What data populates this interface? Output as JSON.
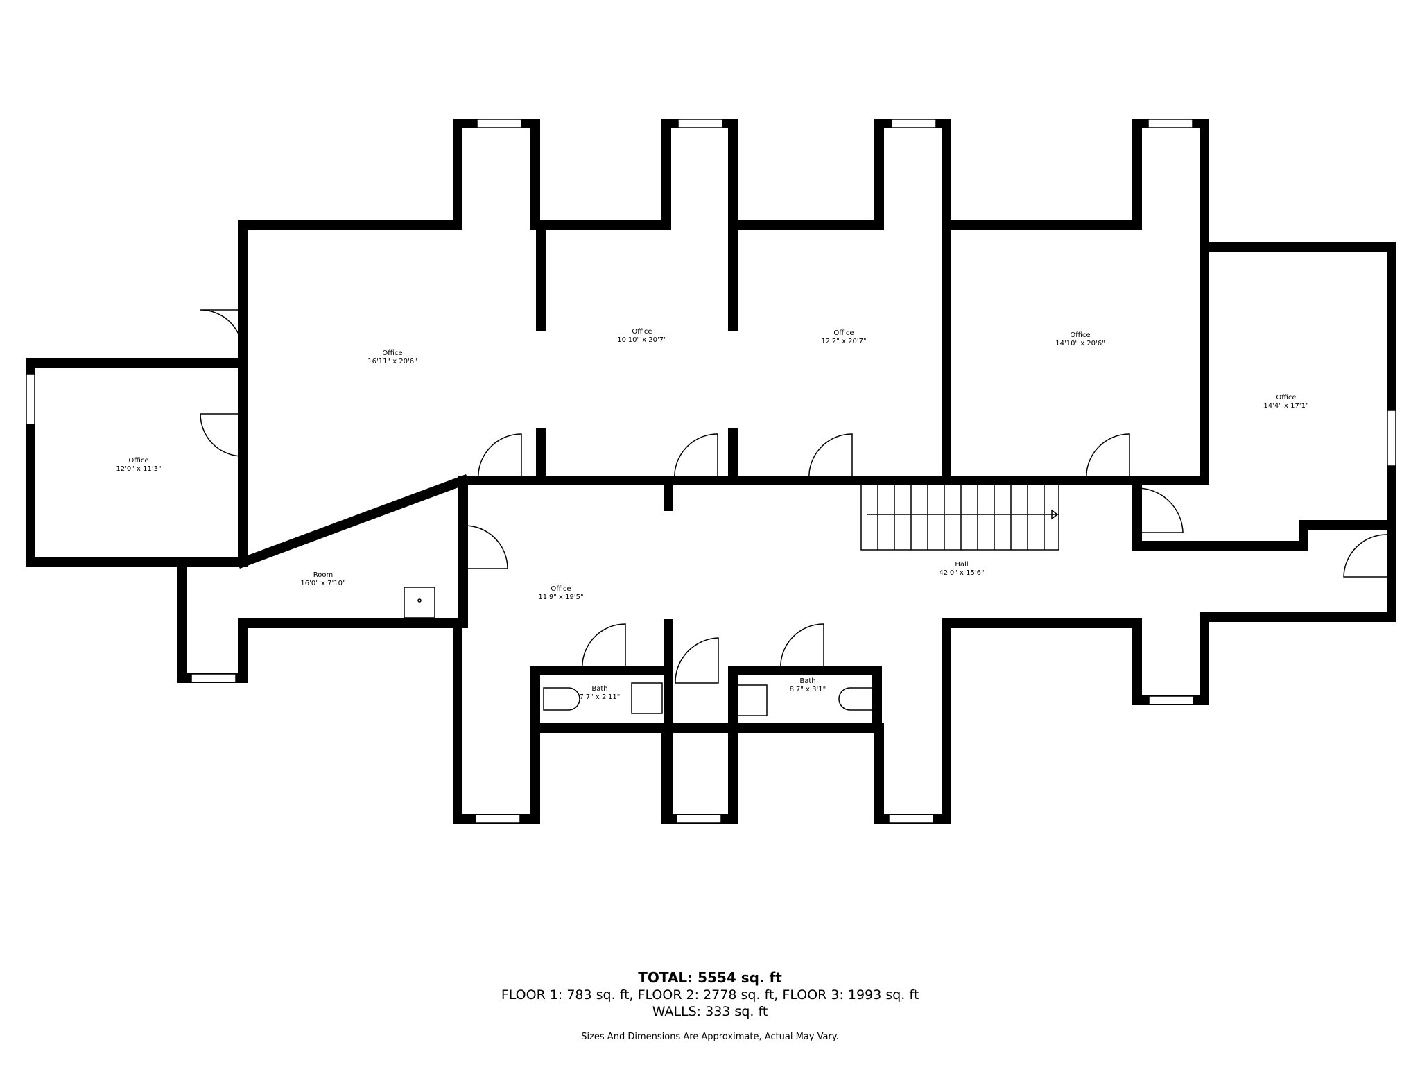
{
  "rooms": [
    {
      "name": "Office",
      "dim": "12'0\" x 11'3\""
    },
    {
      "name": "Office",
      "dim": "16'11\" x 20'6\""
    },
    {
      "name": "Office",
      "dim": "10'10\" x 20'7\""
    },
    {
      "name": "Office",
      "dim": "12'2\" x 20'7\""
    },
    {
      "name": "Office",
      "dim": "14'10\" x 20'6\""
    },
    {
      "name": "Office",
      "dim": "14'4\" x 17'1\""
    },
    {
      "name": "Room",
      "dim": "16'0\" x 7'10\""
    },
    {
      "name": "Office",
      "dim": "11'9\" x 19'5\""
    },
    {
      "name": "Hall",
      "dim": "42'0\" x 15'6\""
    },
    {
      "name": "Bath",
      "dim": "7'7\" x 2'11\""
    },
    {
      "name": "Bath",
      "dim": "8'7\" x 3'1\""
    }
  ],
  "summary": {
    "total": "TOTAL: 5554 sq. ft",
    "floors": "FLOOR 1: 783 sq. ft, FLOOR 2: 2778 sq. ft, FLOOR 3: 1993 sq. ft",
    "walls": "WALLS: 333 sq. ft",
    "note": "Sizes And Dimensions Are Approximate, Actual May Vary."
  }
}
